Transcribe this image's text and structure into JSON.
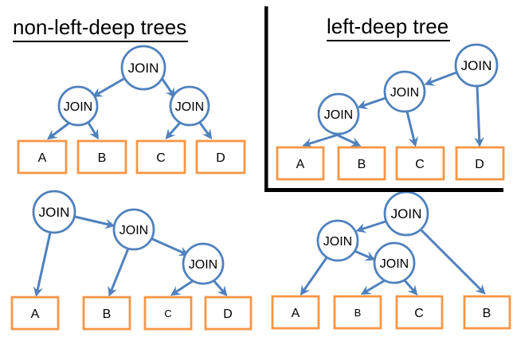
{
  "colors": {
    "edge_blue": "#4f81bd",
    "leaf_orange": "#f79646",
    "text_black": "#000000",
    "divider_black": "#000000",
    "background": "#ffffff"
  },
  "sections": [
    {
      "title": "non-left-deep trees"
    },
    {
      "title": "left-deep tree"
    }
  ],
  "trees": [
    {
      "id": "balanced-tree",
      "section": "non-left-deep trees",
      "joins": [
        "JOIN",
        "JOIN",
        "JOIN"
      ],
      "leaves": [
        "A",
        "B",
        "C",
        "D"
      ],
      "edges": [
        "join0->join1",
        "join0->join2",
        "join1->A",
        "join1->B",
        "join2->C",
        "join2->D"
      ]
    },
    {
      "id": "left-deep-tree",
      "section": "left-deep tree",
      "joins": [
        "JOIN",
        "JOIN",
        "JOIN"
      ],
      "leaves": [
        "A",
        "B",
        "C",
        "D"
      ],
      "edges": [
        "join0->join1",
        "join1->join2",
        "join2->A",
        "join2->B",
        "join1->C",
        "join0->D"
      ]
    },
    {
      "id": "right-deep-tree",
      "section": "non-left-deep trees",
      "joins": [
        "JOIN",
        "JOIN",
        "JOIN"
      ],
      "leaves": [
        "A",
        "B",
        "C",
        "D"
      ],
      "edges": [
        "join0->join1",
        "join1->join2",
        "join0->A",
        "join1->B",
        "join2->C",
        "join2->D"
      ]
    },
    {
      "id": "bushy-tree",
      "section": "non-left-deep trees",
      "joins": [
        "JOIN",
        "JOIN",
        "JOIN"
      ],
      "leaves": [
        "A",
        "B",
        "C",
        "B"
      ],
      "edges": [
        "join0->join1",
        "join0->B_rightmost",
        "join1->A",
        "join1->join2",
        "join2->B",
        "join2->C"
      ]
    }
  ]
}
